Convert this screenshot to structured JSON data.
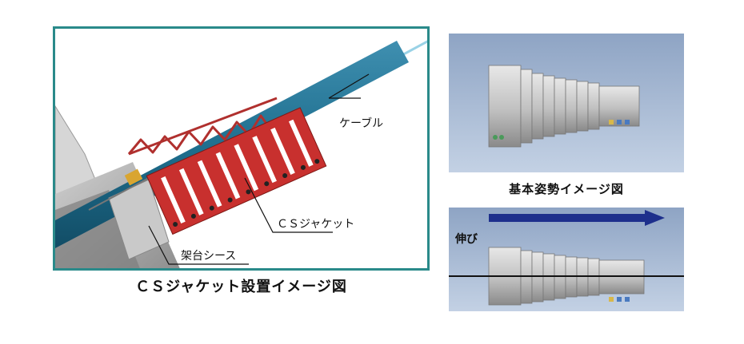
{
  "left": {
    "caption": "ＣＳジャケット設置イメージ図",
    "labels": {
      "cable": "ケーブル",
      "cs_jacket": "ＣＳジャケット",
      "sheath": "架台シース"
    }
  },
  "right_top": {
    "caption": "基本姿勢イメージ図"
  },
  "right_bottom": {
    "stretch_label": "伸び"
  },
  "colors": {
    "frame": "#2a8a8a",
    "cable": "#1f6f8f",
    "jacket": "#c8302e",
    "panel_bg": "#a9bcd6",
    "arrow": "#1d2f8c"
  }
}
